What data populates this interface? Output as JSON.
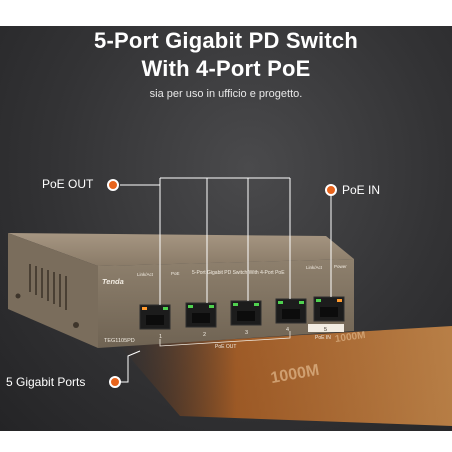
{
  "header": {
    "title_line1": "5-Port Gigabit PD Switch",
    "title_line2": "With 4-Port PoE",
    "subtitle": "sia per uso in ufficio e progetto."
  },
  "callouts": {
    "poe_out": "PoE OUT",
    "poe_in": "PoE IN",
    "gigabit_ports": "5 Gigabit Ports"
  },
  "device": {
    "brand": "Tenda",
    "model": "TEG1105PD",
    "panel_label": "5-Port Gigabit PD Switch With 4-Port PoE",
    "label_link_act_left": "Link/Act",
    "label_poe": "PoE",
    "label_link_act_right": "Link/Act",
    "label_power": "Power",
    "port_numbers": [
      "1",
      "2",
      "3",
      "4",
      "5"
    ],
    "poe_out_tag": "PoE OUT",
    "poe_in_tag": "PoE IN"
  },
  "floor_text": {
    "speed_main": "1000M",
    "speed_back": "1000M"
  },
  "colors": {
    "accent": "#e8641c",
    "background": "#333335",
    "device_body": "#8b7d6b",
    "led_green": "#4fd14f"
  }
}
